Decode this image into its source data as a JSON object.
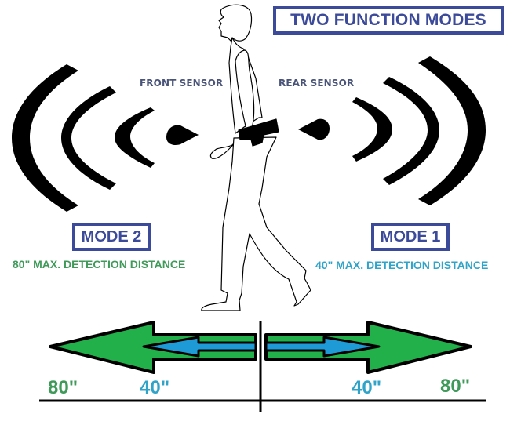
{
  "title": "TWO FUNCTION MODES",
  "sensors": {
    "front_label": "FRONT SENSOR",
    "rear_label": "REAR SENSOR"
  },
  "modes": {
    "mode2": {
      "label": "MODE 2",
      "detection": "80\" MAX. DETECTION DISTANCE",
      "color": "#3f9a5a"
    },
    "mode1": {
      "label": "MODE 1",
      "detection": "40\" MAX. DETECTION DISTANCE",
      "color": "#2fa3c8"
    }
  },
  "scale": {
    "left_far": "80\"",
    "left_near": "40\"",
    "right_near": "40\"",
    "right_far": "80\""
  },
  "colors": {
    "frame_blue": "#3c4a9a",
    "arrow_green": "#22b04a",
    "arrow_blue": "#1e9ad6",
    "outline": "#000000"
  },
  "icons": {
    "front_signal": "signal-waves-left-icon",
    "rear_signal": "signal-waves-right-icon",
    "person": "walking-person-figure"
  }
}
